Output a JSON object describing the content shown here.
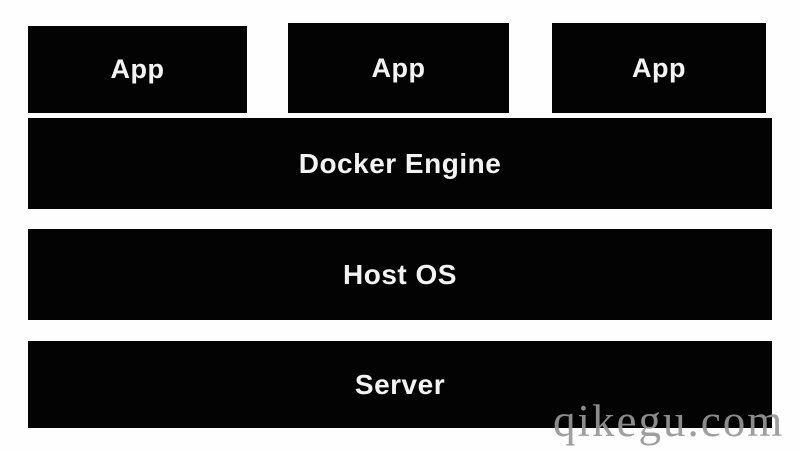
{
  "diagram": {
    "apps": [
      {
        "label": "App"
      },
      {
        "label": "App"
      },
      {
        "label": "App"
      }
    ],
    "layers": [
      {
        "label": "Docker Engine"
      },
      {
        "label": "Host OS"
      },
      {
        "label": "Server"
      }
    ],
    "watermark": {
      "text": "qikegu.com"
    },
    "colors": {
      "box": "#030303",
      "box-text": "#f3f3f3",
      "background": "#fefefe",
      "watermark": "#979797"
    }
  }
}
